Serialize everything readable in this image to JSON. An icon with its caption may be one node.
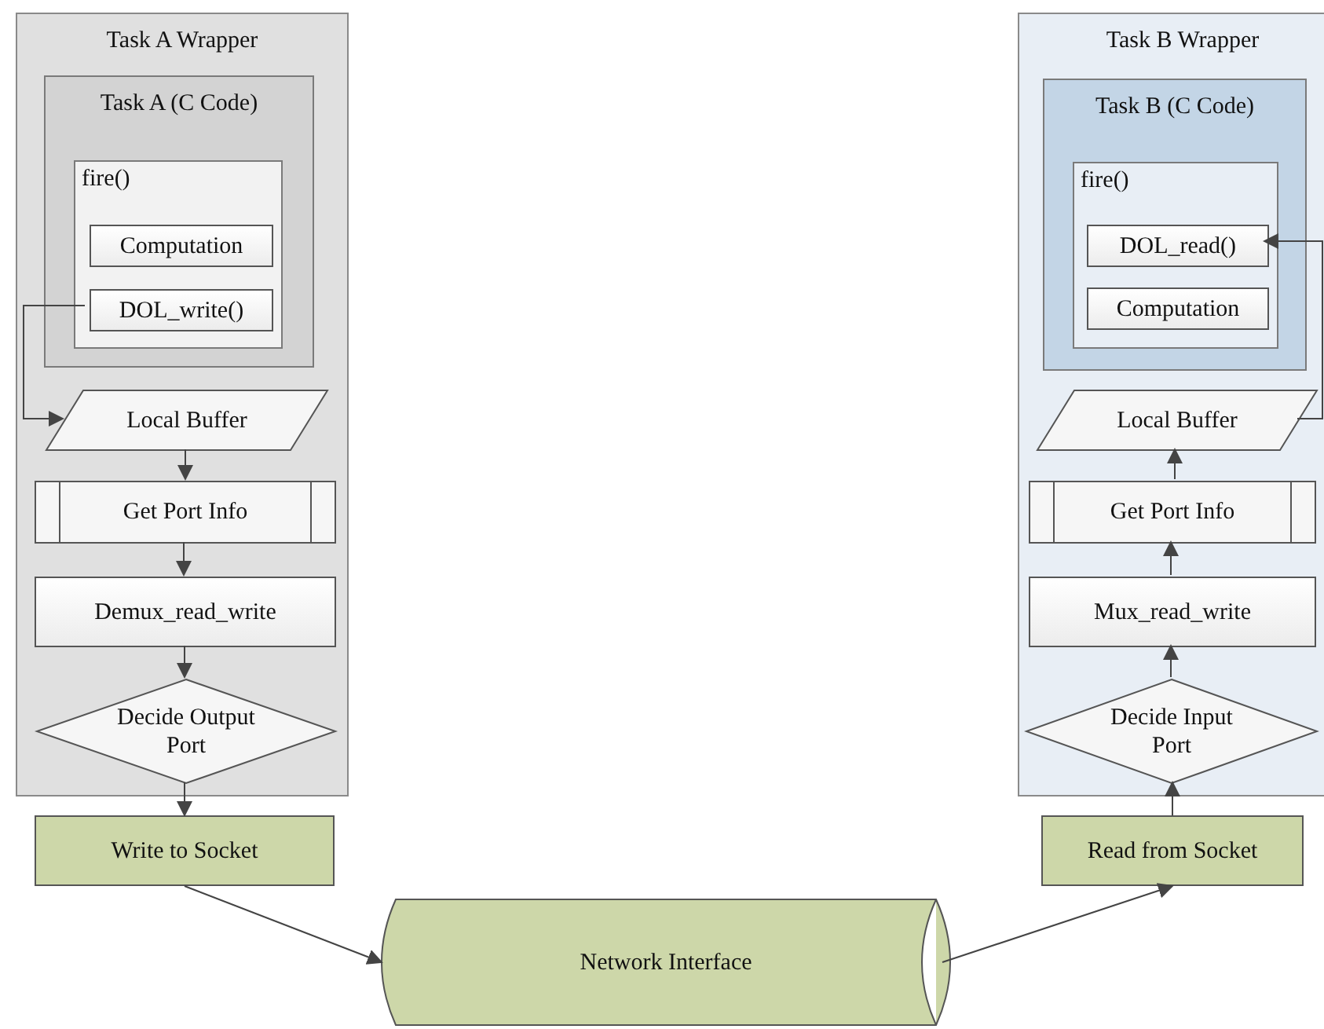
{
  "diagram": {
    "nodes": [
      {
        "text": [
          "Task A Wrapper"
        ]
      },
      {
        "text": [
          "Task A (C Code)"
        ],
        "in": 0
      },
      {
        "text": [
          "fire()"
        ],
        "in": 1
      },
      {
        "text": [
          "Computation"
        ],
        "in": 2
      },
      {
        "text": [
          "DOL_write()"
        ],
        "in": 2
      },
      {
        "text": [
          "Local Buffer"
        ],
        "in": 0
      },
      {
        "text": [
          "Get Port Info"
        ],
        "in": 0
      },
      {
        "text": [
          "Demux_read_write"
        ],
        "in": 0
      },
      {
        "text": [
          "Decide Output Port"
        ],
        "in": 0
      },
      {
        "text": [
          "Write to Socket"
        ]
      },
      {
        "text": [
          "Network Interface"
        ]
      },
      {
        "text": [
          "Read from Socket"
        ]
      },
      {
        "text": [
          "Task B Wrapper"
        ]
      },
      {
        "text": [
          "Task B (C Code)"
        ],
        "in": 12
      },
      {
        "text": [
          "fire()"
        ],
        "in": 13
      },
      {
        "text": [
          "DOL_read()"
        ],
        "in": 14
      },
      {
        "text": [
          "Computation"
        ],
        "in": 14
      },
      {
        "text": [
          "Local Buffer"
        ],
        "in": 12
      },
      {
        "text": [
          "Get Port Info"
        ],
        "in": 12
      },
      {
        "text": [
          "Mux_read_write"
        ],
        "in": 12
      },
      {
        "text": [
          "Decide Input Port"
        ],
        "in": 12
      }
    ],
    "edges": [
      {
        "from": 4,
        "to": 5,
        "arrow": "to"
      },
      {
        "from": 5,
        "to": 6,
        "arrow": "to"
      },
      {
        "from": 6,
        "to": 7,
        "arrow": "to"
      },
      {
        "from": 7,
        "to": 8,
        "arrow": "to"
      },
      {
        "from": 8,
        "to": 9,
        "arrow": "to"
      },
      {
        "from": 9,
        "to": 10,
        "arrow": "to"
      },
      {
        "from": 10,
        "to": 11,
        "arrow": "to"
      },
      {
        "from": 11,
        "to": 20,
        "arrow": "to"
      },
      {
        "from": 20,
        "to": 19,
        "arrow": "to"
      },
      {
        "from": 19,
        "to": 18,
        "arrow": "to"
      },
      {
        "from": 18,
        "to": 17,
        "arrow": "to"
      },
      {
        "from": 17,
        "to": 15,
        "arrow": "to"
      }
    ]
  }
}
